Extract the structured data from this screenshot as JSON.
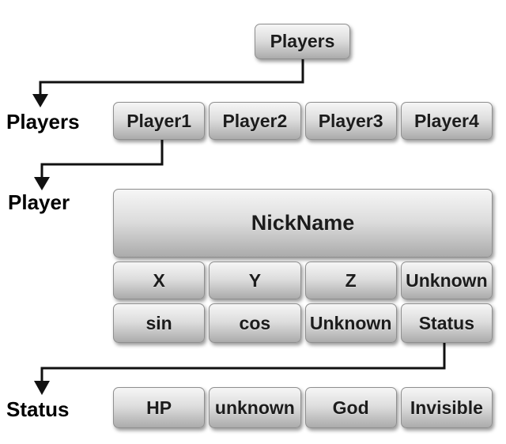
{
  "diagram": {
    "root": {
      "label": "Players"
    },
    "players_section": {
      "label": "Players",
      "items": [
        "Player1",
        "Player2",
        "Player3",
        "Player4"
      ]
    },
    "player_section": {
      "label": "Player",
      "header": "NickName",
      "row1": [
        "X",
        "Y",
        "Z",
        "Unknown"
      ],
      "row2": [
        "sin",
        "cos",
        "Unknown",
        "Status"
      ]
    },
    "status_section": {
      "label": "Status",
      "items": [
        "HP",
        "unknown",
        "God",
        "Invisible"
      ]
    },
    "colors": {
      "background": "#ffffff",
      "box_gradient_top": "#f6f6f6",
      "box_gradient_bottom": "#ababab",
      "box_border": "#8f8f8f",
      "connector": "#111111",
      "text": "#1c1c1c"
    }
  }
}
